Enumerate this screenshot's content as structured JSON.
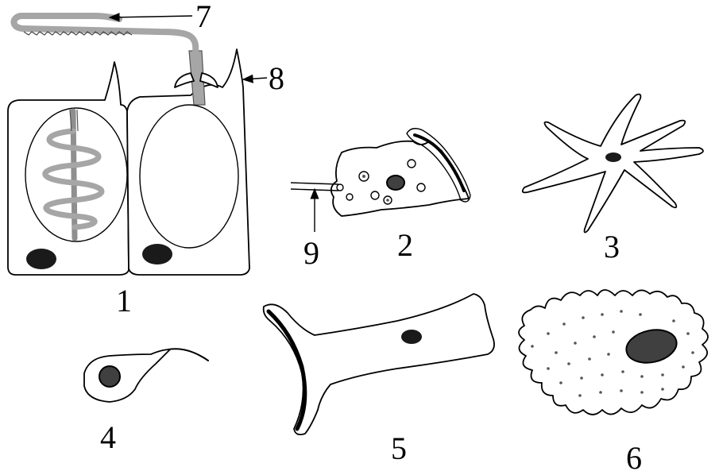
{
  "figure": {
    "labels": {
      "fig1": "1",
      "fig2": "2",
      "fig3": "3",
      "fig4": "4",
      "fig5": "5",
      "fig6": "6",
      "callout7": "7",
      "callout8": "8",
      "callout9": "9"
    }
  },
  "colors": {
    "ink": "#000000",
    "gray_structure": "#a6a6a6",
    "nucleus_dark": "#1a1a1a",
    "nucleus_gray": "#404040",
    "background": "#ffffff"
  }
}
